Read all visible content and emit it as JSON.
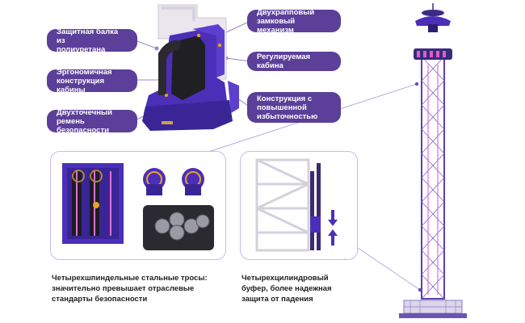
{
  "labels": {
    "pu_bar": "Защитная балка из\nполиуретана",
    "ergo": "Эргономичная\nконструкция кабины",
    "belt": "Двухточечный\nремень безопасности",
    "ratchet": "Двухрапповый\nзамковый механизм",
    "cabin": "Регулируемая кабина",
    "redundancy": "Конструкция с\nповышенной\nизбыточностью"
  },
  "captions": {
    "cables": "Четырехшпиндельные стальные тросы:\nзначительно превышает отраслевые\nстандарты безопасности",
    "buffer": "Четырехцилиндровый\nбуфер, более надежная\nзащита от падения"
  },
  "colors": {
    "pill": "#5b3f99",
    "purple_dark": "#3d2a86",
    "purple_mid": "#6d4bd1",
    "accent_pink": "#d65fc8",
    "panel_border": "#c9b9ec"
  }
}
